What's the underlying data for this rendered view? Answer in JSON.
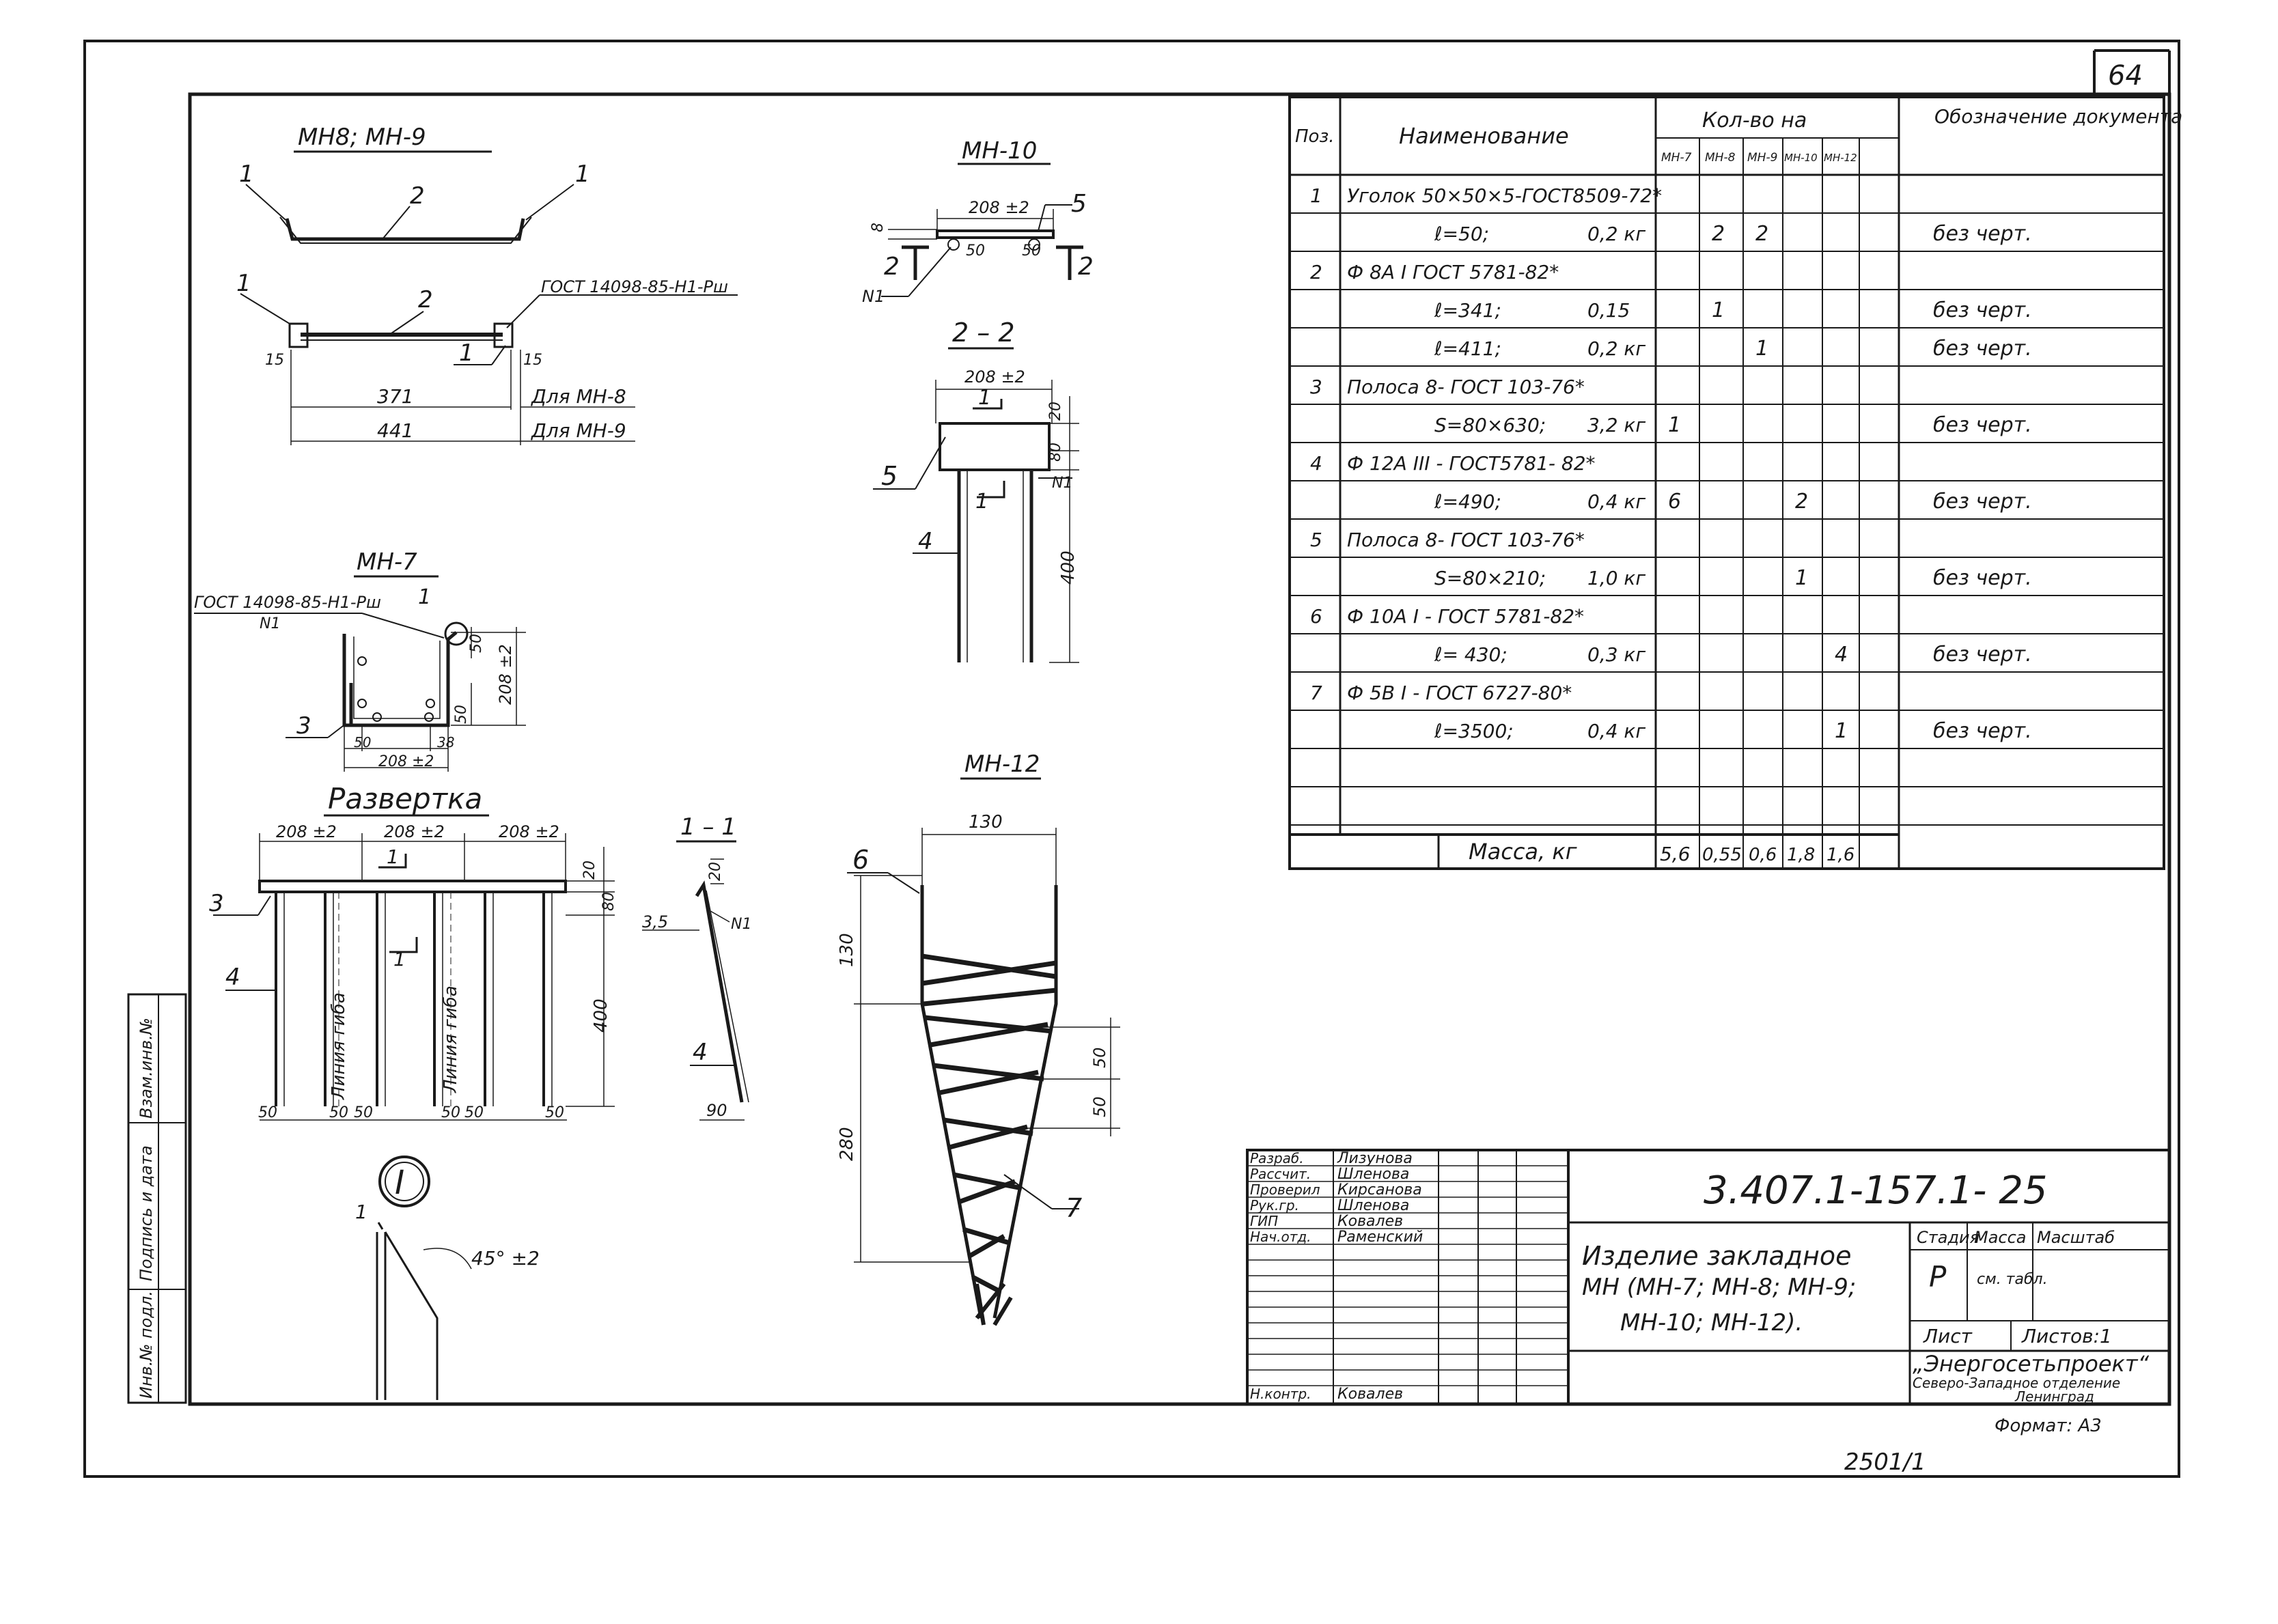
{
  "page_number": "64",
  "bottom_number": "2501/1",
  "format_label": "Формат: А3",
  "drawings": {
    "mn8_9": {
      "title": "МН8; МН-9",
      "callouts": [
        "1",
        "2",
        "1",
        "1",
        "2",
        "1"
      ],
      "weld_note": "ГОСТ 14098-85-Н1-Рш",
      "dims": [
        "15",
        "15",
        "371",
        "441"
      ],
      "dim_notes": [
        "Для МН-8",
        "Для МН-9"
      ]
    },
    "mn10": {
      "title": "МН-10",
      "dims": [
        "208 ±2",
        "8",
        "50",
        "50"
      ],
      "callouts": [
        "5",
        "2",
        "2",
        "N1"
      ]
    },
    "section22": {
      "title": "2 – 2",
      "dims": [
        "208 ±2",
        "20",
        "80",
        "400"
      ],
      "callouts": [
        "1",
        "5",
        "N1",
        "1",
        "4"
      ]
    },
    "mn7": {
      "title": "МН-7",
      "weld_note": "ГОСТ 14098-85-Н1-Рш",
      "weld_marker": "N1",
      "callouts": [
        "1",
        "3"
      ],
      "dims": [
        "50",
        "208 ±2",
        "50",
        "50",
        "38",
        "208 ±2"
      ]
    },
    "razvertka": {
      "title": "Развертка",
      "dims": [
        "208 ±2",
        "208 ±2",
        "208 ±2",
        "20",
        "80",
        "400",
        "50",
        "50",
        "50",
        "50",
        "50",
        "50"
      ],
      "callouts": [
        "3",
        "4",
        "1",
        "1"
      ],
      "fold_labels": [
        "Линия гиба",
        "Линия гиба"
      ]
    },
    "section11": {
      "title": "1 – 1",
      "dims": [
        "20",
        "3,5",
        "90"
      ],
      "callouts": [
        "N1",
        "4"
      ]
    },
    "detail1": {
      "marker": "I",
      "callout": "1",
      "angle": "45° ±2"
    },
    "mn12": {
      "title": "МН-12",
      "dims": [
        "130",
        "130",
        "280",
        "50",
        "50"
      ],
      "callouts": [
        "6",
        "7"
      ]
    }
  },
  "spec": {
    "headers": {
      "pos": "Поз.",
      "name": "Наименование",
      "qty": "Кол-во на",
      "designation": "Обозначение документа",
      "cols": [
        "МН-7",
        "МН-8",
        "МН-9",
        "МН-10",
        "МН-12"
      ]
    },
    "rows": [
      {
        "pos": "1",
        "name": "Уголок 50×50×5-ГОСТ8509-72*",
        "w": "",
        "q": [
          "",
          "",
          "",
          "",
          ""
        ],
        "doc": ""
      },
      {
        "pos": "",
        "name": "ℓ=50;",
        "w": "0,2 кг",
        "q": [
          "",
          "2",
          "2",
          "",
          ""
        ],
        "doc": "без черт."
      },
      {
        "pos": "2",
        "name": "Ф 8А I ГОСТ 5781-82*",
        "w": "",
        "q": [
          "",
          "",
          "",
          "",
          ""
        ],
        "doc": ""
      },
      {
        "pos": "",
        "name": "ℓ=341;",
        "w": "0,15",
        "q": [
          "",
          "1",
          "",
          "",
          ""
        ],
        "doc": "без черт."
      },
      {
        "pos": "",
        "name": "ℓ=411;",
        "w": "0,2 кг",
        "q": [
          "",
          "",
          "1",
          "",
          ""
        ],
        "doc": "без черт."
      },
      {
        "pos": "3",
        "name": "Полоса 8- ГОСТ 103-76*",
        "w": "",
        "q": [
          "",
          "",
          "",
          "",
          ""
        ],
        "doc": ""
      },
      {
        "pos": "",
        "name": "S=80×630;",
        "w": "3,2 кг",
        "q": [
          "1",
          "",
          "",
          "",
          ""
        ],
        "doc": "без черт."
      },
      {
        "pos": "4",
        "name": "Ф 12А III - ГОСТ5781- 82*",
        "w": "",
        "q": [
          "",
          "",
          "",
          "",
          ""
        ],
        "doc": ""
      },
      {
        "pos": "",
        "name": "ℓ=490;",
        "w": "0,4 кг",
        "q": [
          "6",
          "",
          "",
          "2",
          ""
        ],
        "doc": "без черт."
      },
      {
        "pos": "5",
        "name": "Полоса 8- ГОСТ 103-76*",
        "w": "",
        "q": [
          "",
          "",
          "",
          "",
          ""
        ],
        "doc": ""
      },
      {
        "pos": "",
        "name": "S=80×210;",
        "w": "1,0 кг",
        "q": [
          "",
          "",
          "",
          "1",
          ""
        ],
        "doc": "без черт."
      },
      {
        "pos": "6",
        "name": "Ф 10А I - ГОСТ 5781-82*",
        "w": "",
        "q": [
          "",
          "",
          "",
          "",
          ""
        ],
        "doc": ""
      },
      {
        "pos": "",
        "name": "ℓ= 430;",
        "w": "0,3 кг",
        "q": [
          "",
          "",
          "",
          "",
          "4"
        ],
        "doc": "без черт."
      },
      {
        "pos": "7",
        "name": "Ф 5В I - ГОСТ 6727-80*",
        "w": "",
        "q": [
          "",
          "",
          "",
          "",
          ""
        ],
        "doc": ""
      },
      {
        "pos": "",
        "name": "ℓ=3500;",
        "w": "0,4 кг",
        "q": [
          "",
          "",
          "",
          "",
          "1"
        ],
        "doc": "без черт."
      }
    ],
    "mass_label": "Масса, кг",
    "mass_values": [
      "5,6",
      "0,55",
      "0,6",
      "1,8",
      "1,6"
    ]
  },
  "title_block": {
    "doc_number": "3.407.1-157.1- 25",
    "roles": [
      "Разраб.",
      "Рассчит.",
      "Проверил",
      "Рук.гр.",
      "ГИП",
      "Нач.отд.",
      "Н.контр."
    ],
    "names": [
      "Лизунова",
      "Шленова",
      "Кирсанова",
      "Шленова",
      "Ковалев",
      "Раменский",
      "Ковалев"
    ],
    "description": [
      "Изделие закладное",
      "МН (МН-7; МН-8; МН-9;",
      "МН-10; МН-12)."
    ],
    "stage_label": "Стадия",
    "mass_label": "Масса",
    "scale_label": "Масштаб",
    "stage_value": "Р",
    "mass_value": "см. табл.",
    "sheet_label": "Лист",
    "sheets_label": "Листов:1",
    "org": [
      "„Энергосетьпроект“",
      "Северо-Западное отделение",
      "Ленинград"
    ]
  },
  "side_stamp": [
    "Инв.№ подл.",
    "Подпись и дата",
    "Взам.инв.№"
  ]
}
